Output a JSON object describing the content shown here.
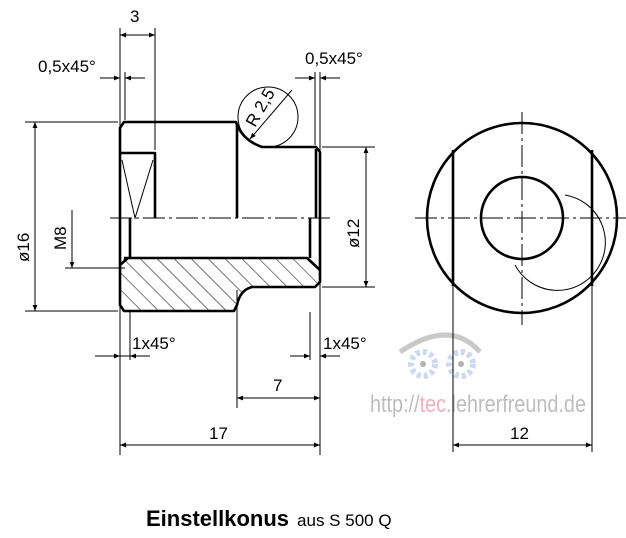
{
  "title": {
    "main": "Einstellkonus",
    "sub": "aus S 500 Q"
  },
  "dimensions": {
    "width_3": "3",
    "chamfer_left_top": "0,5x45°",
    "chamfer_right_top": "0,5x45°",
    "radius": "R 2,5",
    "dia_16": "ø16",
    "thread": "M8",
    "dia_12": "ø12",
    "chamfer_left_bottom": "1x45°",
    "chamfer_right_bottom": "1x45°",
    "length_7": "7",
    "length_17": "17",
    "front_12": "12"
  },
  "watermark": {
    "prefix": "http://",
    "highlight": "tec",
    "suffix": ".lehrerfreund.de"
  },
  "colors": {
    "line": "#000000",
    "watermark_gray": "#b8b8b8",
    "watermark_pink": "#f4a6b4",
    "watermark_gear": "#c9d4ef"
  }
}
